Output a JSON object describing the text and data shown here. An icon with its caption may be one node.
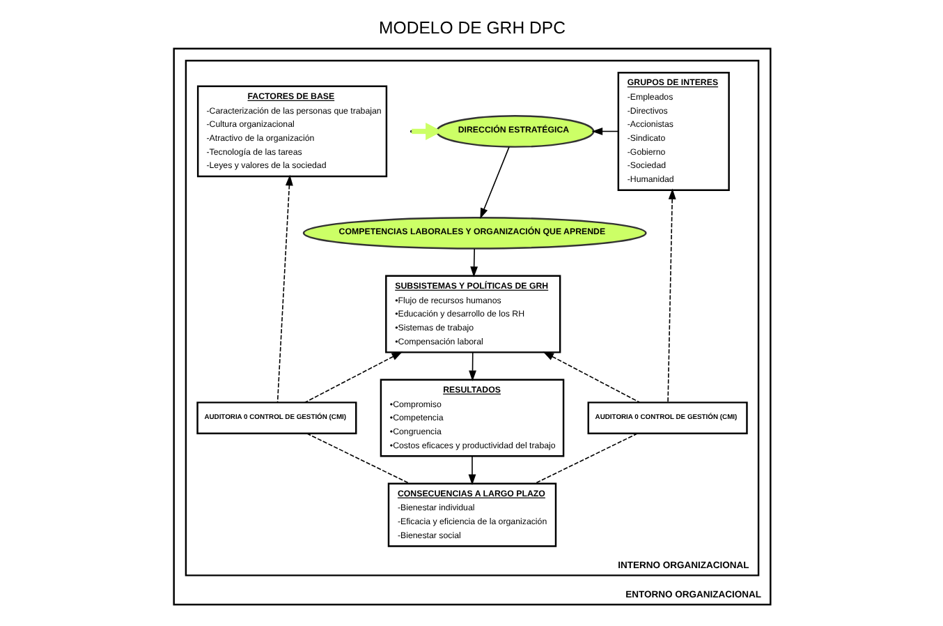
{
  "diagram": {
    "title": "MODELO DE GRH DPC",
    "nodes": [
      {
        "text": [
          "ENTORNO ORGANIZACIONAL"
        ]
      },
      {
        "text": [
          "INTERNO ORGANIZACIONAL"
        ],
        "in": 0
      },
      {
        "text": [
          "FACTORES DE BASE",
          "-Caracterización de las personas que trabajan",
          "-Cultura organizacional",
          "-Atractivo de la organización",
          "-Tecnología de las tareas",
          "-Leyes y valores de la sociedad"
        ],
        "in": 1
      },
      {
        "text": [
          "DIRECCIÓN ESTRATÉGICA"
        ],
        "in": 1
      },
      {
        "text": [
          "GRUPOS DE INTERES",
          "-Empleados",
          "-Directivos",
          "-Accionistas",
          "-Sindicato",
          "-Gobierno",
          "-Sociedad",
          "-Humanidad"
        ],
        "in": 1
      },
      {
        "text": [
          "COMPETENCIAS LABORALES Y ORGANIZACIÓN QUE APRENDE"
        ],
        "in": 1
      },
      {
        "text": [
          "SUBSISTEMAS Y POLÍTICAS DE GRH",
          "•Flujo de recursos humanos",
          "•Educación y desarrollo de los RH",
          "•Sistemas de trabajo",
          "•Compensación laboral"
        ],
        "in": 1
      },
      {
        "text": [
          "AUDITORIA 0 CONTROL DE GESTIÓN (CMI)"
        ],
        "in": 1
      },
      {
        "text": [
          "RESULTADOS",
          "•Compromiso",
          "•Competencia",
          "•Congruencia",
          "•Costos eficaces y productividad del trabajo"
        ],
        "in": 1
      },
      {
        "text": [
          "AUDITORIA 0 CONTROL DE GESTIÓN (CMI)"
        ],
        "in": 1
      },
      {
        "text": [
          "CONSECUENCIAS A LARGO PLAZO",
          "-Bienestar individual",
          "-Eficacia y eficiencia de la organización",
          "-Bienestar social"
        ],
        "in": 1
      }
    ],
    "edges": [
      {
        "from": null,
        "to": 3,
        "arrow": "to",
        "style": "thick",
        "color": "#ccff66"
      },
      {
        "from": 4,
        "to": 3,
        "arrow": "to"
      },
      {
        "from": 3,
        "to": 5,
        "arrow": "to"
      },
      {
        "from": 5,
        "to": 6,
        "arrow": "to"
      },
      {
        "from": 6,
        "to": 8,
        "arrow": "to"
      },
      {
        "from": 8,
        "to": 10,
        "arrow": "to"
      },
      {
        "from": 10,
        "to": 7,
        "arrow": "none",
        "style": "dashed"
      },
      {
        "from": 7,
        "to": 2,
        "arrow": "to",
        "style": "dashed"
      },
      {
        "from": 7,
        "to": 6,
        "arrow": "to",
        "style": "dashed"
      },
      {
        "from": 10,
        "to": 9,
        "arrow": "none",
        "style": "dashed"
      },
      {
        "from": 9,
        "to": 4,
        "arrow": "to",
        "style": "dashed"
      },
      {
        "from": 9,
        "to": 6,
        "arrow": "to",
        "style": "dashed"
      }
    ]
  }
}
